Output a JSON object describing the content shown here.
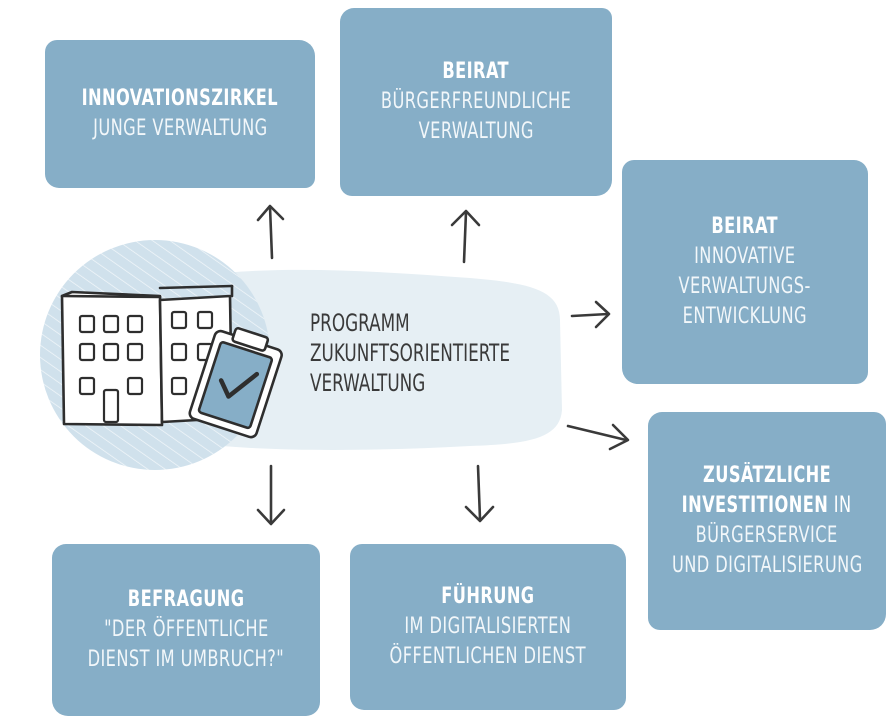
{
  "center": {
    "lines": [
      "PROGRAMM",
      "ZUKUNFTSORIENTIERTE",
      "VERWALTUNG"
    ]
  },
  "boxes": {
    "innovationszirkel": {
      "title": "INNOVATIONSZIRKEL",
      "sub1": "JUNGE VERWALTUNG"
    },
    "beirat_buerger": {
      "title": "BEIRAT",
      "sub1": "BÜRGERFREUNDLICHE",
      "sub2": "VERWALTUNG"
    },
    "beirat_innovative": {
      "title": "BEIRAT",
      "sub1": "INNOVATIVE",
      "sub2": "VERWALTUNGS-",
      "sub3": "ENTWICKLUNG"
    },
    "investitionen": {
      "title1": "ZUSÄTZLICHE",
      "title2": "INVESTITIONEN",
      "title2_suffix": " IN",
      "sub1": "BÜRGERSERVICE",
      "sub2": "UND DIGITALISIERUNG"
    },
    "fuehrung": {
      "title": "FÜHRUNG",
      "sub1": "IM DIGITALISIERTEN",
      "sub2": "ÖFFENTLICHEN DIENST"
    },
    "befragung": {
      "title": "BEFRAGUNG",
      "sub1": "\"DER ÖFFENTLICHE",
      "sub2": "DIENST IM UMBRUCH?\""
    }
  },
  "colors": {
    "box": "#86aec7",
    "blob": "#e6eff4",
    "circle": "#d0e1ec",
    "arrow": "#3a3a3a"
  }
}
